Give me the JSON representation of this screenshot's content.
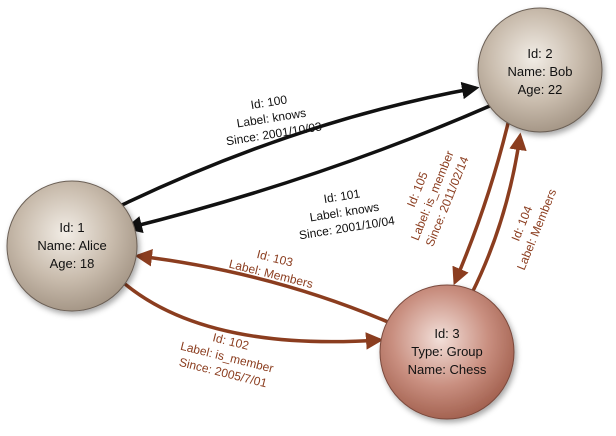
{
  "colors": {
    "black_edge": "#111111",
    "red_edge": "#8b3d1f",
    "node_gray": "#b8aa9a",
    "node_red": "#c08676",
    "node_stroke": "#6b5f55"
  },
  "nodes": {
    "alice": {
      "line1": "Id: 1",
      "line2": "Name: Alice",
      "line3": "Age: 18"
    },
    "bob": {
      "line1": "Id: 2",
      "line2": "Name: Bob",
      "line3": "Age: 22"
    },
    "chess": {
      "line1": "Id: 3",
      "line2": "Type: Group",
      "line3": "Name: Chess"
    }
  },
  "edges": {
    "e100": {
      "line1": "Id: 100",
      "line2": "Label: knows",
      "line3": "Since: 2001/10/03"
    },
    "e101": {
      "line1": "Id: 101",
      "line2": "Label: knows",
      "line3": "Since: 2001/10/04"
    },
    "e102": {
      "line1": "Id: 102",
      "line2": "Label: is_member",
      "line3": "Since: 2005/7/01"
    },
    "e103": {
      "line1": "Id: 103",
      "line2": "Label: Members"
    },
    "e104": {
      "line1": "Id: 104",
      "line2": "Label: Members"
    },
    "e105": {
      "line1": "Id: 105",
      "line2": "Label: is_member",
      "line3": "Since: 2011/02/14"
    }
  }
}
